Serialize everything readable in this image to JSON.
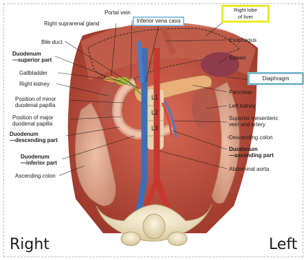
{
  "diagram": {
    "labels_left": {
      "right_suprarenal_gland": "Right suprarenal gland",
      "bile_duct": "Bile duct",
      "duodenum_superior": "Duodenum\n—superior part",
      "gallbladder": "Gallbladder",
      "right_kidney": "Right kidney",
      "minor_papilla": "Position of minor\nduodenal papilla",
      "major_papilla": "Position of major\nduodenal papilla",
      "duodenum_descending": "Duodenum\n—descending part",
      "duodenum_inferior": "Duodenum\n—inferior part",
      "ascending_colon": "Ascending colon"
    },
    "labels_top": {
      "portal_vein": "Portal vein"
    },
    "labels_right": {
      "esophagus": "Esophagus",
      "spleen": "Spleen",
      "pancreas": "Pancreas",
      "left_kidney": "Left kidney",
      "sup_mesenteric": "Superior mesenteric\nvein and artery",
      "descending_colon": "Descending colon",
      "duodenum_ascending": "Duodenum\n—ascending part",
      "abdominal_aorta": "Abdominal aorta"
    },
    "boxed": {
      "inferior_vena_cava": "Inferior vena cava",
      "right_lobe_liver": "Right lobe\nof liver",
      "diaphragm": "Diaphragm"
    },
    "vertebrae": [
      "L1",
      "L2",
      "L3"
    ],
    "orientation": {
      "right": "Right",
      "left": "Left"
    },
    "colors": {
      "ivc_box": "#8fc1e3",
      "liver_box": "#e8ea2a",
      "diaphragm_box": "#7fb9c9"
    }
  }
}
